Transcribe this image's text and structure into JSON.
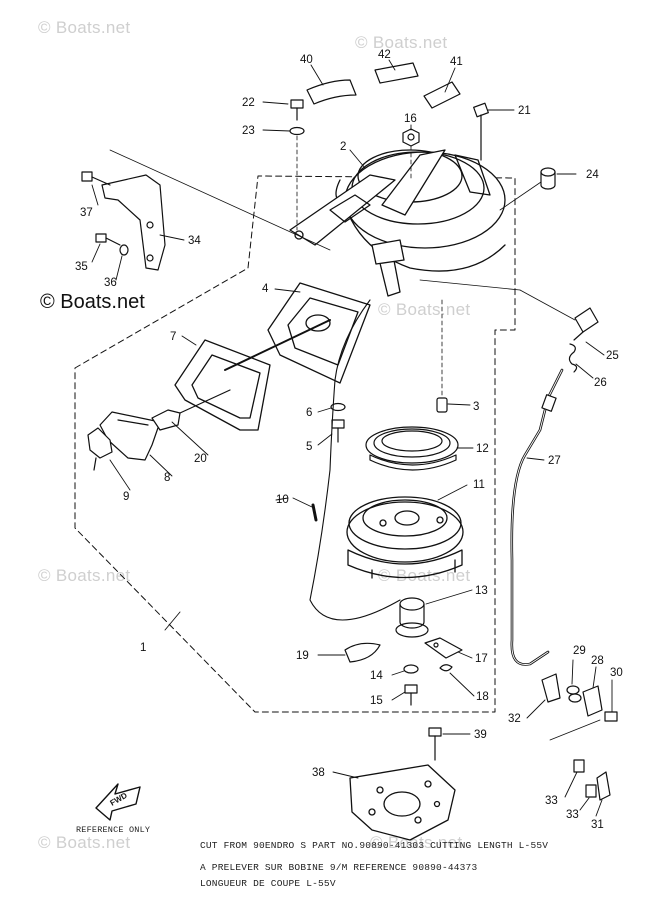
{
  "watermark": {
    "text": "© Boats.net",
    "repeats": [
      "© Boats.net",
      "© Boats.net",
      "© Boats.net",
      "© Boats.net",
      "© Boats.net",
      "© Boats.net",
      "© Boats.net"
    ]
  },
  "brand": "© Boats.net",
  "callouts": {
    "c1": "1",
    "c2": "2",
    "c3": "3",
    "c4": "4",
    "c5": "5",
    "c6": "6",
    "c7": "7",
    "c8": "8",
    "c9": "9",
    "c10": "10",
    "c11": "11",
    "c12": "12",
    "c13": "13",
    "c14": "14",
    "c15": "15",
    "c16": "16",
    "c17": "17",
    "c18": "18",
    "c19": "19",
    "c20": "20",
    "c21": "21",
    "c22": "22",
    "c23": "23",
    "c24": "24",
    "c25": "25",
    "c26": "26",
    "c27": "27",
    "c28": "28",
    "c29": "29",
    "c30": "30",
    "c31": "31",
    "c32": "32",
    "c33": "33",
    "c34": "34",
    "c35": "35",
    "c36": "36",
    "c37": "37",
    "c38": "38",
    "c39": "39",
    "c40": "40",
    "c41": "41",
    "c42": "42"
  },
  "fwd_label": "FWD",
  "notes": {
    "ref": "REFERENCE ONLY",
    "line1": "CUT FROM 90ENDRO  S PART NO.90890-41303 CUTTING LENGTH L-55V",
    "line2": "A PRELEVER SUR BOBINE 9/M REFERENCE 90890-44373",
    "line3": "LONGUEUR DE COUPE L-55V"
  }
}
